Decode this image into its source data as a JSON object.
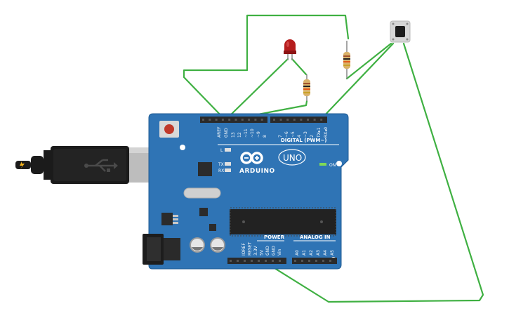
{
  "canvas": {
    "background": "#ffffff"
  },
  "colors": {
    "board": "#2f74b5",
    "board_edge": "#1e5a93",
    "wire": "#3fb042",
    "header": "#2a2a2a",
    "led": "#b51d1d",
    "reset_button": "#c0392b",
    "on_led": "#7ed957"
  },
  "board": {
    "brand": "ARDUINO",
    "model": "UNO",
    "digital_label": "DIGITAL (PWM~)",
    "power_label": "POWER",
    "analog_label": "ANALOG IN",
    "on_label": "ON",
    "l_label": "L",
    "tx_label": "TX",
    "rx_label": "RX",
    "digital_pins": [
      "AREF",
      "GND",
      "13",
      "12",
      "~11",
      "~10",
      "~9",
      "8",
      "7",
      "~6",
      "~5",
      "4",
      "~3",
      "2",
      "TX▸1",
      "RX◂0"
    ],
    "power_pins": [
      "IOREF",
      "RESET",
      "3.3V",
      "5V",
      "GND",
      "GND",
      "Vin"
    ],
    "analog_pins": [
      "A0",
      "A1",
      "A2",
      "A3",
      "A4",
      "A5"
    ]
  },
  "components": {
    "led": "led-red",
    "resistor_led": "resistor",
    "resistor_button": "resistor",
    "pushbutton": "pushbutton",
    "usb_cable": "usb-b-cable",
    "dc_jack": "dc-barrel-jack"
  }
}
